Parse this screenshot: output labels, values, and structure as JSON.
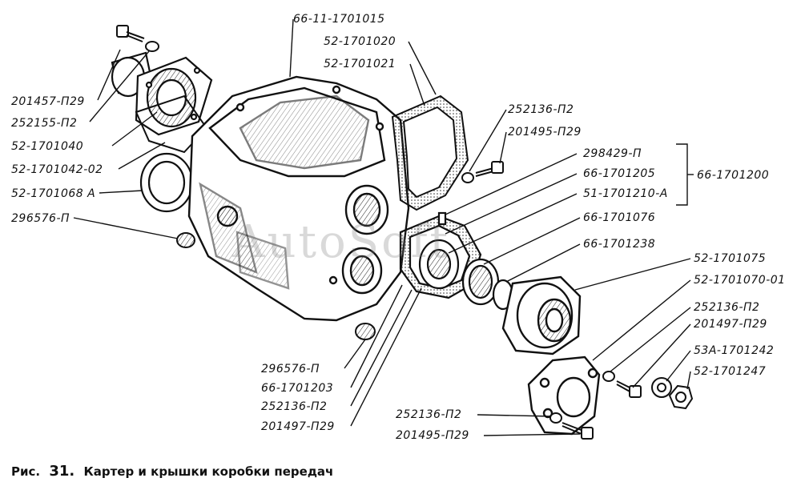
{
  "caption": {
    "prefix": "Рис.",
    "number": "31.",
    "text": "Картер и крышки коробки передач"
  },
  "watermark": "AutoSoft",
  "group_label": "66-1701200",
  "labels": {
    "l_201457": "201457-П29",
    "l_252155": "252155-П2",
    "l_1701040": "52-1701040",
    "l_1701042": "52-1701042-02",
    "l_1701068": "52-1701068 А",
    "l_296576_a": "296576-П",
    "l_1701015": "66-11-1701015",
    "l_1701020": "52-1701020",
    "l_1701021": "52-1701021",
    "l_252136_a": "252136-П2",
    "l_201495_a": "201495-П29",
    "l_298429": "298429-П",
    "l_1701205": "66-1701205",
    "l_1701210": "51-1701210-А",
    "l_1701076": "66-1701076",
    "l_1701238": "66-1701238",
    "l_1701075": "52-1701075",
    "l_1701070": "52-1701070-01",
    "l_252136_b": "252136-П2",
    "l_201497_a": "201497-П29",
    "l_1701242": "53А-1701242",
    "l_1701247": "52-1701247",
    "l_296576_b": "296576-П",
    "l_1701203": "66-1701203",
    "l_252136_c": "252136-П2",
    "l_201497_b": "201497-П29",
    "l_252136_d": "252136-П2",
    "l_201495_b": "201495-П29"
  }
}
